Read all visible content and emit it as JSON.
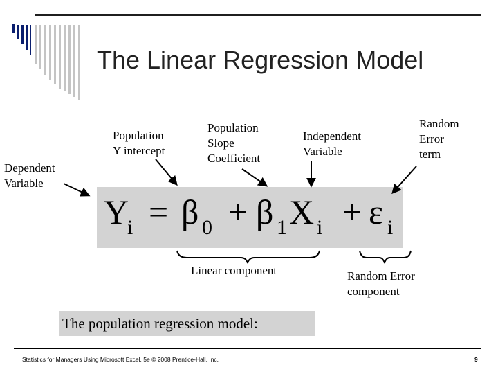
{
  "slide": {
    "title": "The Linear Regression Model",
    "labels": {
      "dependent_variable": "Dependent\nVariable",
      "y_intercept": "Population\nY  intercept",
      "slope_coefficient": "Population\nSlope\nCoefficient",
      "independent_variable": "Independent\nVariable",
      "random_error_term": "Random\nError\nterm"
    },
    "formula": {
      "Y": "Y",
      "i1": "i",
      "eq": "=",
      "beta0": "β",
      "sub0": "0",
      "plus1": "+",
      "beta1": "β",
      "sub1": "1",
      "X": "X",
      "i2": "i",
      "plus2": "+",
      "eps": "ε",
      "i3": "i"
    },
    "linear_component": "Linear component",
    "random_error_component": "Random Error\n component",
    "population_model": "The population regression model:",
    "footer": "Statistics for Managers Using Microsoft Excel, 5e © 2008 Prentice-Hall, Inc.",
    "page_number": "9"
  }
}
